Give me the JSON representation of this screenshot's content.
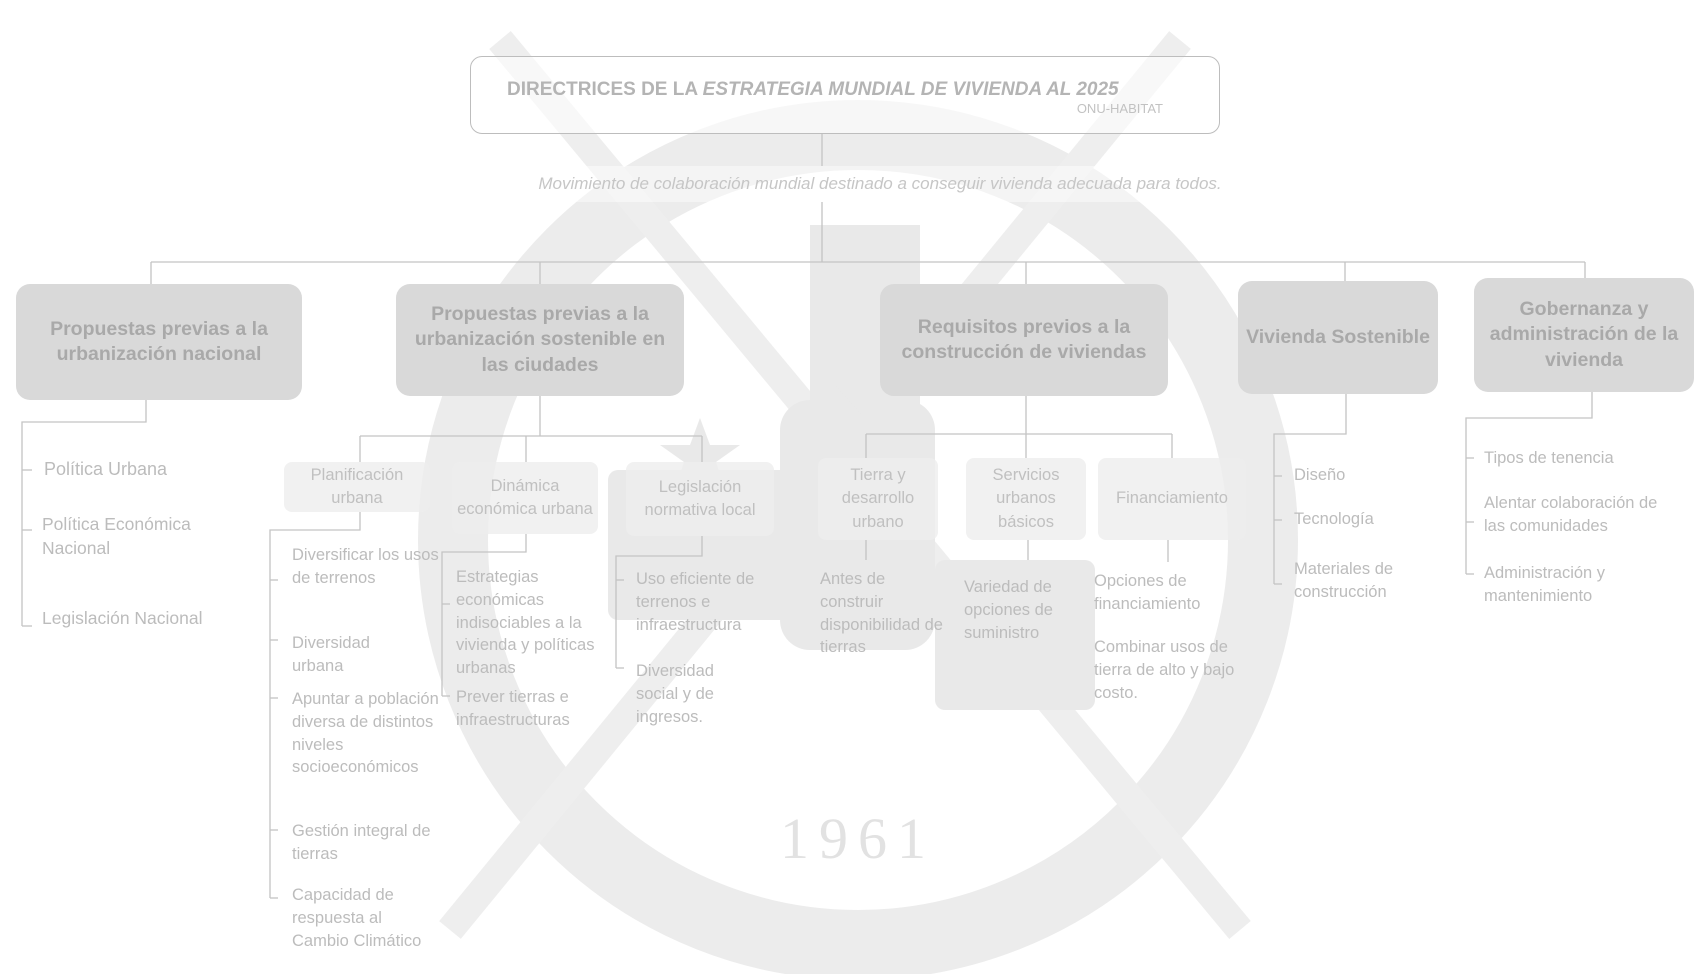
{
  "header": {
    "title_prefix": "DIRECTRICES DE LA ",
    "title_emphasis": "ESTRATEGIA MUNDIAL DE VIVIENDA AL 2025",
    "source": "ONU-HABITAT",
    "tagline": "Movimiento de colaboración mundial destinado a conseguir vivienda adecuada para todos."
  },
  "watermark": {
    "year": "1961",
    "color": "#e6e6e6"
  },
  "pillars": [
    {
      "label": "Propuestas previas a la urbanización nacional",
      "items": [
        "Política Urbana",
        "Política Económica Nacional",
        "Legislación Nacional"
      ]
    },
    {
      "label": "Propuestas previas a la urbanización sostenible en las ciudades",
      "subs": [
        {
          "label": "Planificación urbana",
          "items": [
            "Diversificar los usos de terrenos",
            "Diversidad urbana",
            "Apuntar a población diversa de distintos niveles socioeconómicos",
            "Gestión integral de tierras",
            "Capacidad de respuesta al Cambio Climático"
          ]
        },
        {
          "label": "Dinámica económica urbana",
          "items": [
            "Estrategias económicas indisociables a la vivienda y políticas urbanas",
            "Prever tierras e infraestructuras"
          ]
        },
        {
          "label": "Legislación normativa local",
          "items": [
            "Uso eficiente de terrenos e infraestructura",
            "Diversidad social y de ingresos."
          ]
        }
      ]
    },
    {
      "label": "Requisitos previos a la construcción de viviendas",
      "subs": [
        {
          "label": "Tierra y desarrollo urbano",
          "items": [
            "Antes de construir disponibilidad de tierras"
          ]
        },
        {
          "label": "Servicios urbanos básicos",
          "items": [
            "Variedad de opciones de suministro"
          ]
        },
        {
          "label": "Financiamiento",
          "items": [
            "Opciones de financiamiento",
            "Combinar usos de tierra de alto y bajo costo."
          ]
        }
      ]
    },
    {
      "label": "Vivienda Sostenible",
      "items": [
        "Diseño",
        "Tecnología",
        "Materiales de construcción"
      ]
    },
    {
      "label": "Gobernanza y administración de la vivienda",
      "items": [
        "Tipos de tenencia",
        "Alentar colaboración de las comunidades",
        "Administración y mantenimiento"
      ]
    }
  ]
}
